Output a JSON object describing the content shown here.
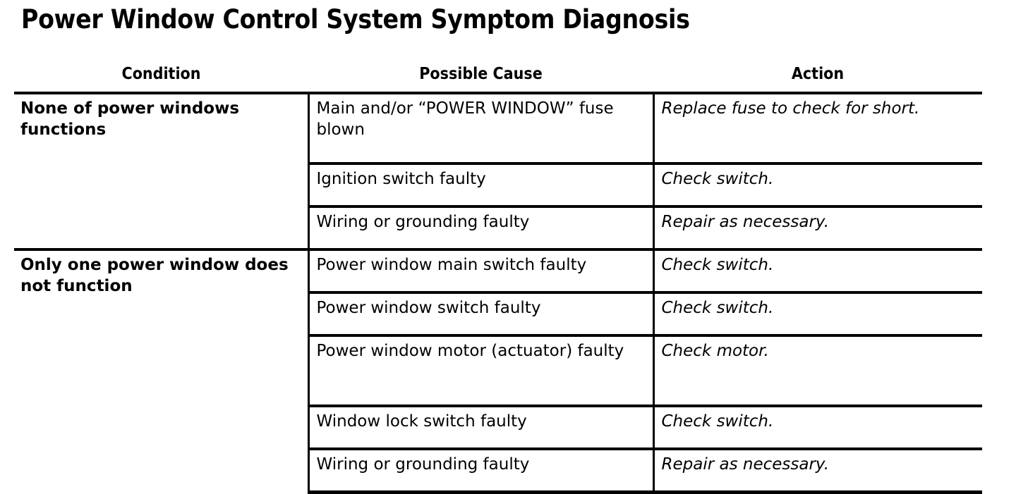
{
  "title": "Power Window Control System Symptom Diagnosis",
  "table": {
    "headers": {
      "condition": "Condition",
      "cause": "Possible Cause",
      "action": "Action"
    },
    "rows": [
      {
        "condition": "None of power windows functions",
        "cause": "Main and/or “POWER WINDOW” fuse blown",
        "action": "Replace fuse to check for short."
      },
      {
        "condition": "",
        "cause": "Ignition switch faulty",
        "action": "Check switch."
      },
      {
        "condition": "",
        "cause": "Wiring or grounding faulty",
        "action": "Repair as necessary."
      },
      {
        "condition": "Only one power window does not function",
        "cause": "Power window main switch faulty",
        "action": "Check switch."
      },
      {
        "condition": "",
        "cause": "Power window switch faulty",
        "action": "Check switch."
      },
      {
        "condition": "",
        "cause": "Power window motor (actuator) faulty",
        "action": "Check motor."
      },
      {
        "condition": "",
        "cause": "Window lock switch faulty",
        "action": "Check switch."
      },
      {
        "condition": "",
        "cause": "Wiring or grounding faulty",
        "action": "Repair as necessary."
      }
    ]
  },
  "colors": {
    "background": "#ffffff",
    "text": "#000000",
    "rule": "#000000"
  }
}
